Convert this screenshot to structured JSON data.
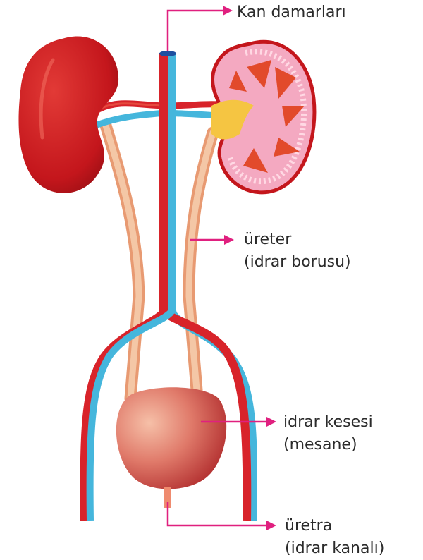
{
  "labels": {
    "blood_vessels": {
      "line1": "Kan damarları"
    },
    "ureter": {
      "line1": "üreter",
      "line2": "(idrar borusu)"
    },
    "bladder": {
      "line1": "idrar kesesi",
      "line2": "(mesane)"
    },
    "urethra": {
      "line1": "üretra",
      "line2": "(idrar kanalı)"
    }
  },
  "colors": {
    "pointer": "#e0207f",
    "artery": "#d8232a",
    "vein": "#45b6dc",
    "kidney": "#c4161c",
    "ureter": "#f2b48d",
    "bladder": "#d4534b",
    "kidney_cortex_pink": "#f4a9c1",
    "medulla": "#e24a2b",
    "pelvis": "#f5c542"
  }
}
